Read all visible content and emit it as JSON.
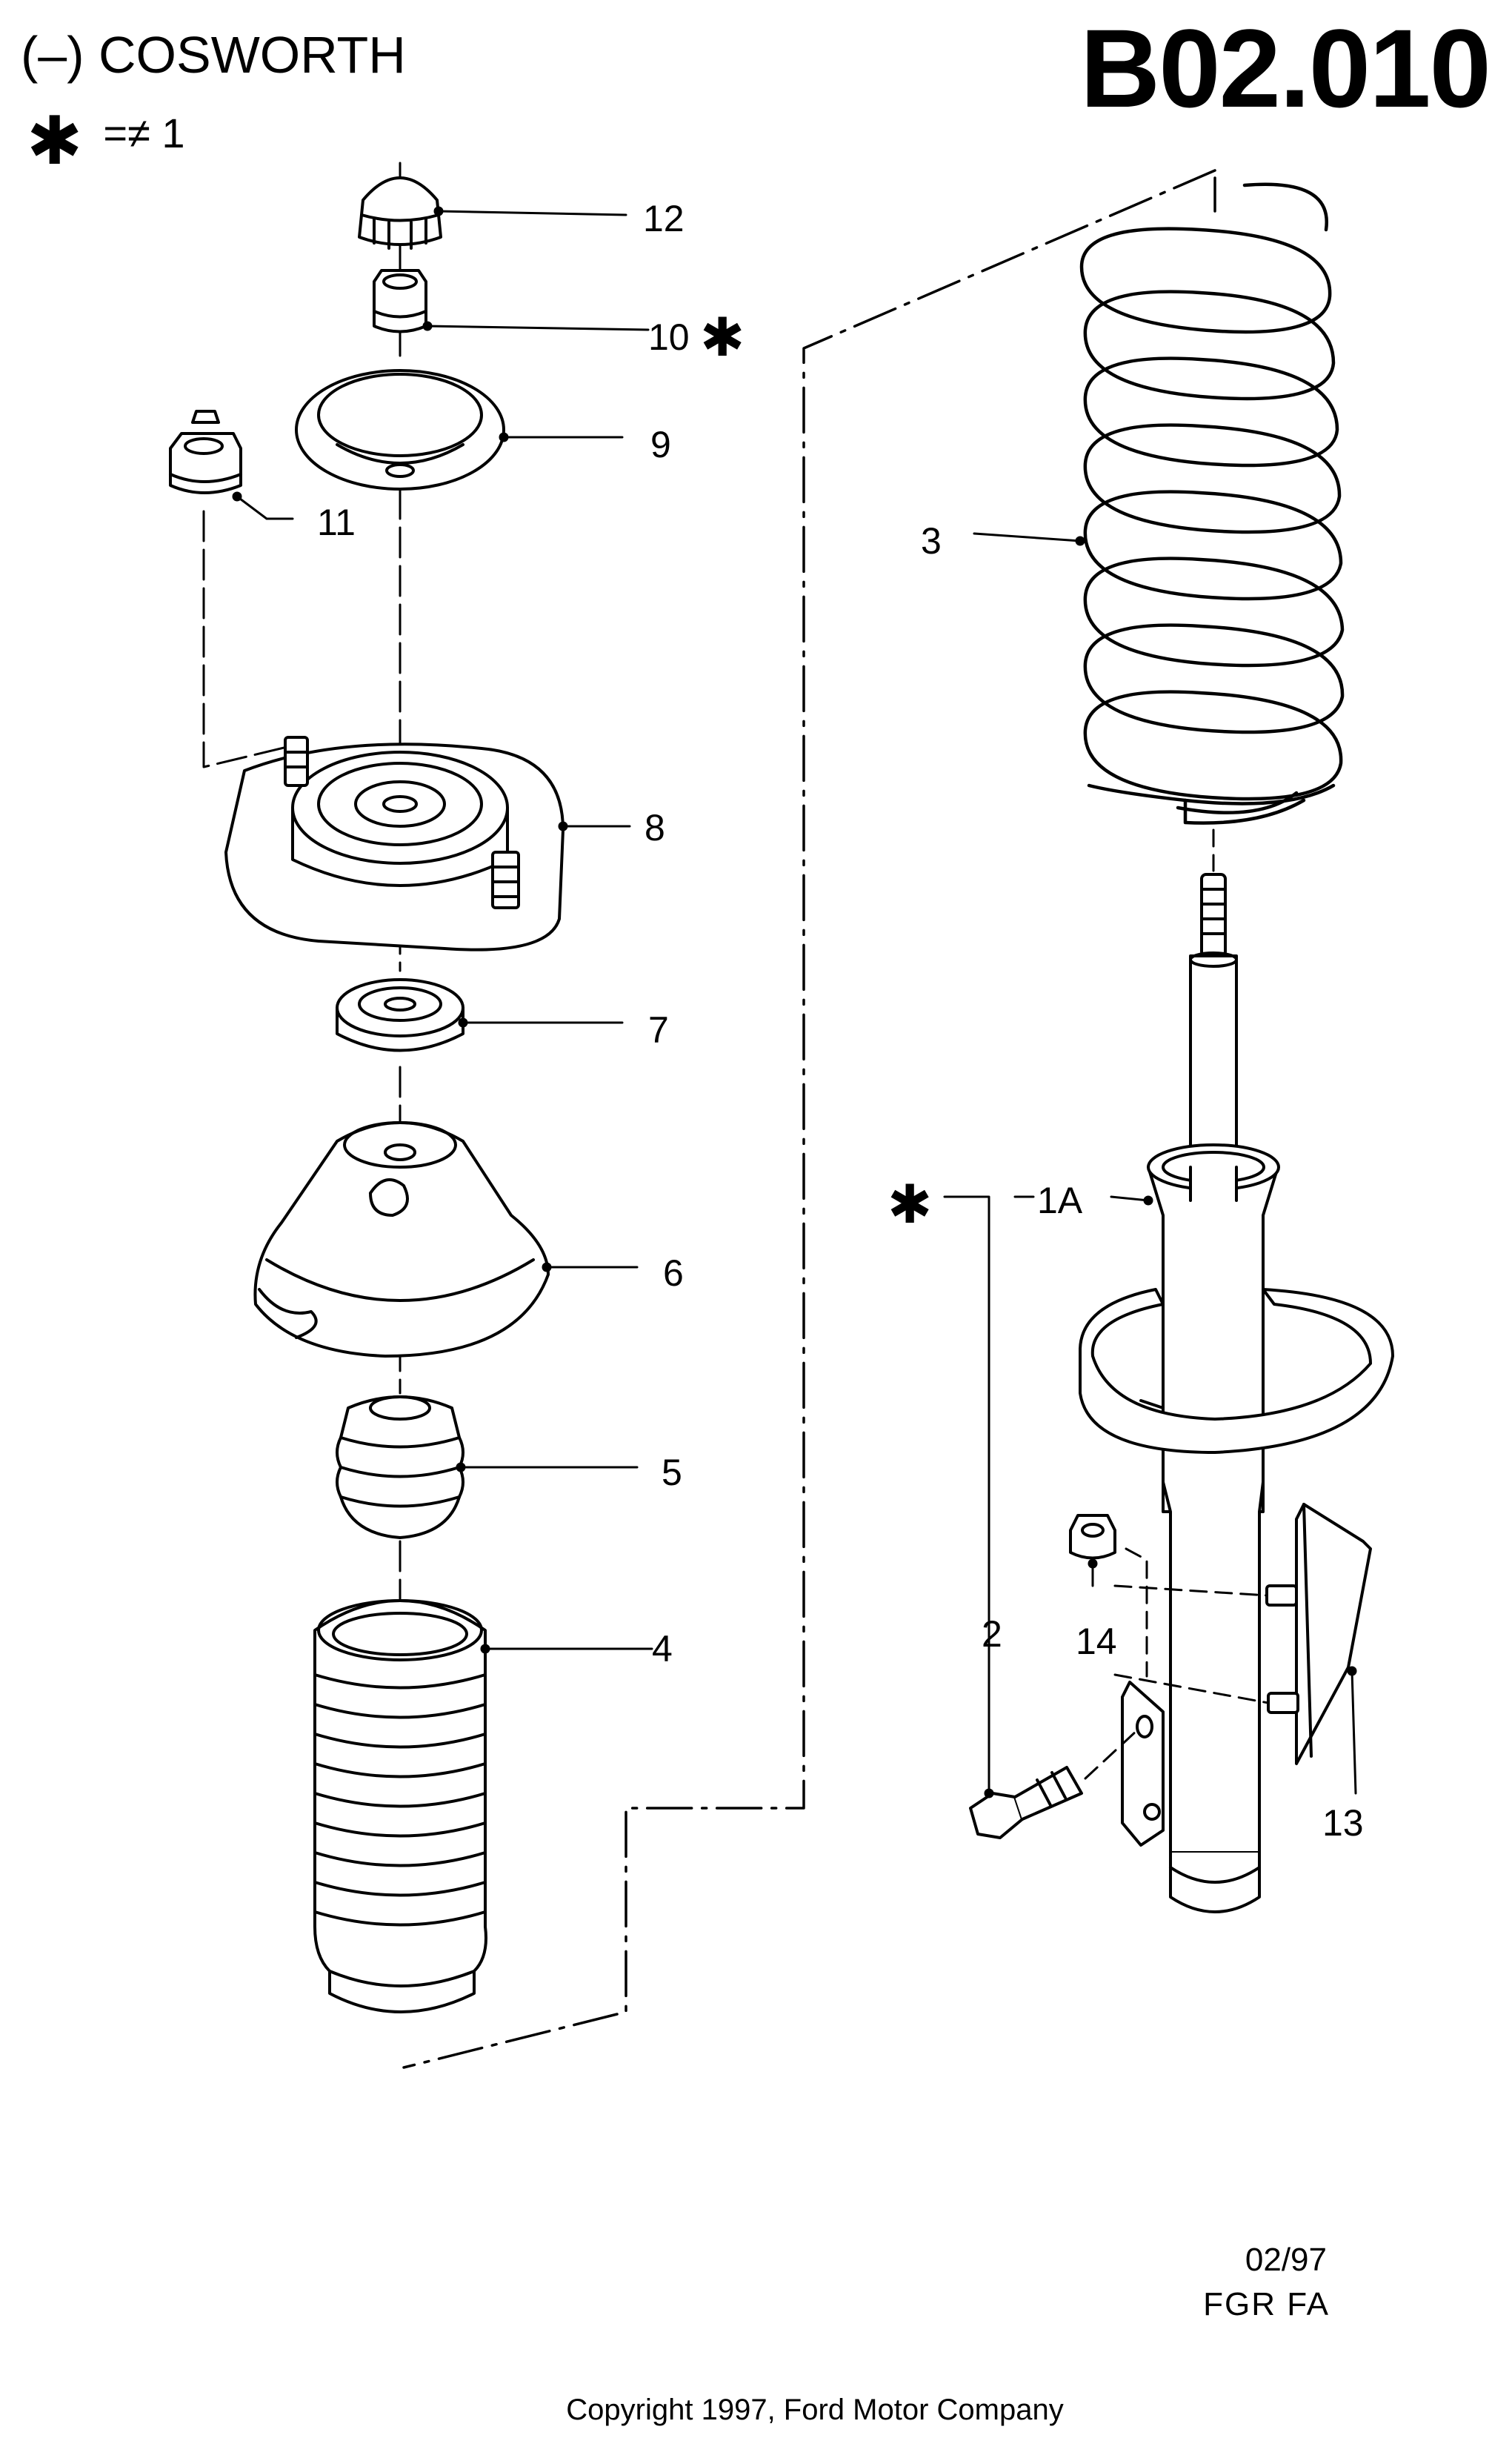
{
  "header": {
    "title": "(–) COSWORTH",
    "code": "B02.010",
    "legend_symbol": "✱",
    "legend_text": "=≠ 1"
  },
  "callouts": {
    "p12": "12",
    "p10": "10",
    "p9": "9",
    "p11": "11",
    "p3": "3",
    "p8": "8",
    "p7": "7",
    "p1A": "1A",
    "p6": "6",
    "p5": "5",
    "p4": "4",
    "p2": "2",
    "p14": "14",
    "p13": "13",
    "star": "✱"
  },
  "footer": {
    "date": "02/97",
    "codes": "FGR   FA",
    "copyright": "Copyright 1997, Ford Motor Company"
  }
}
